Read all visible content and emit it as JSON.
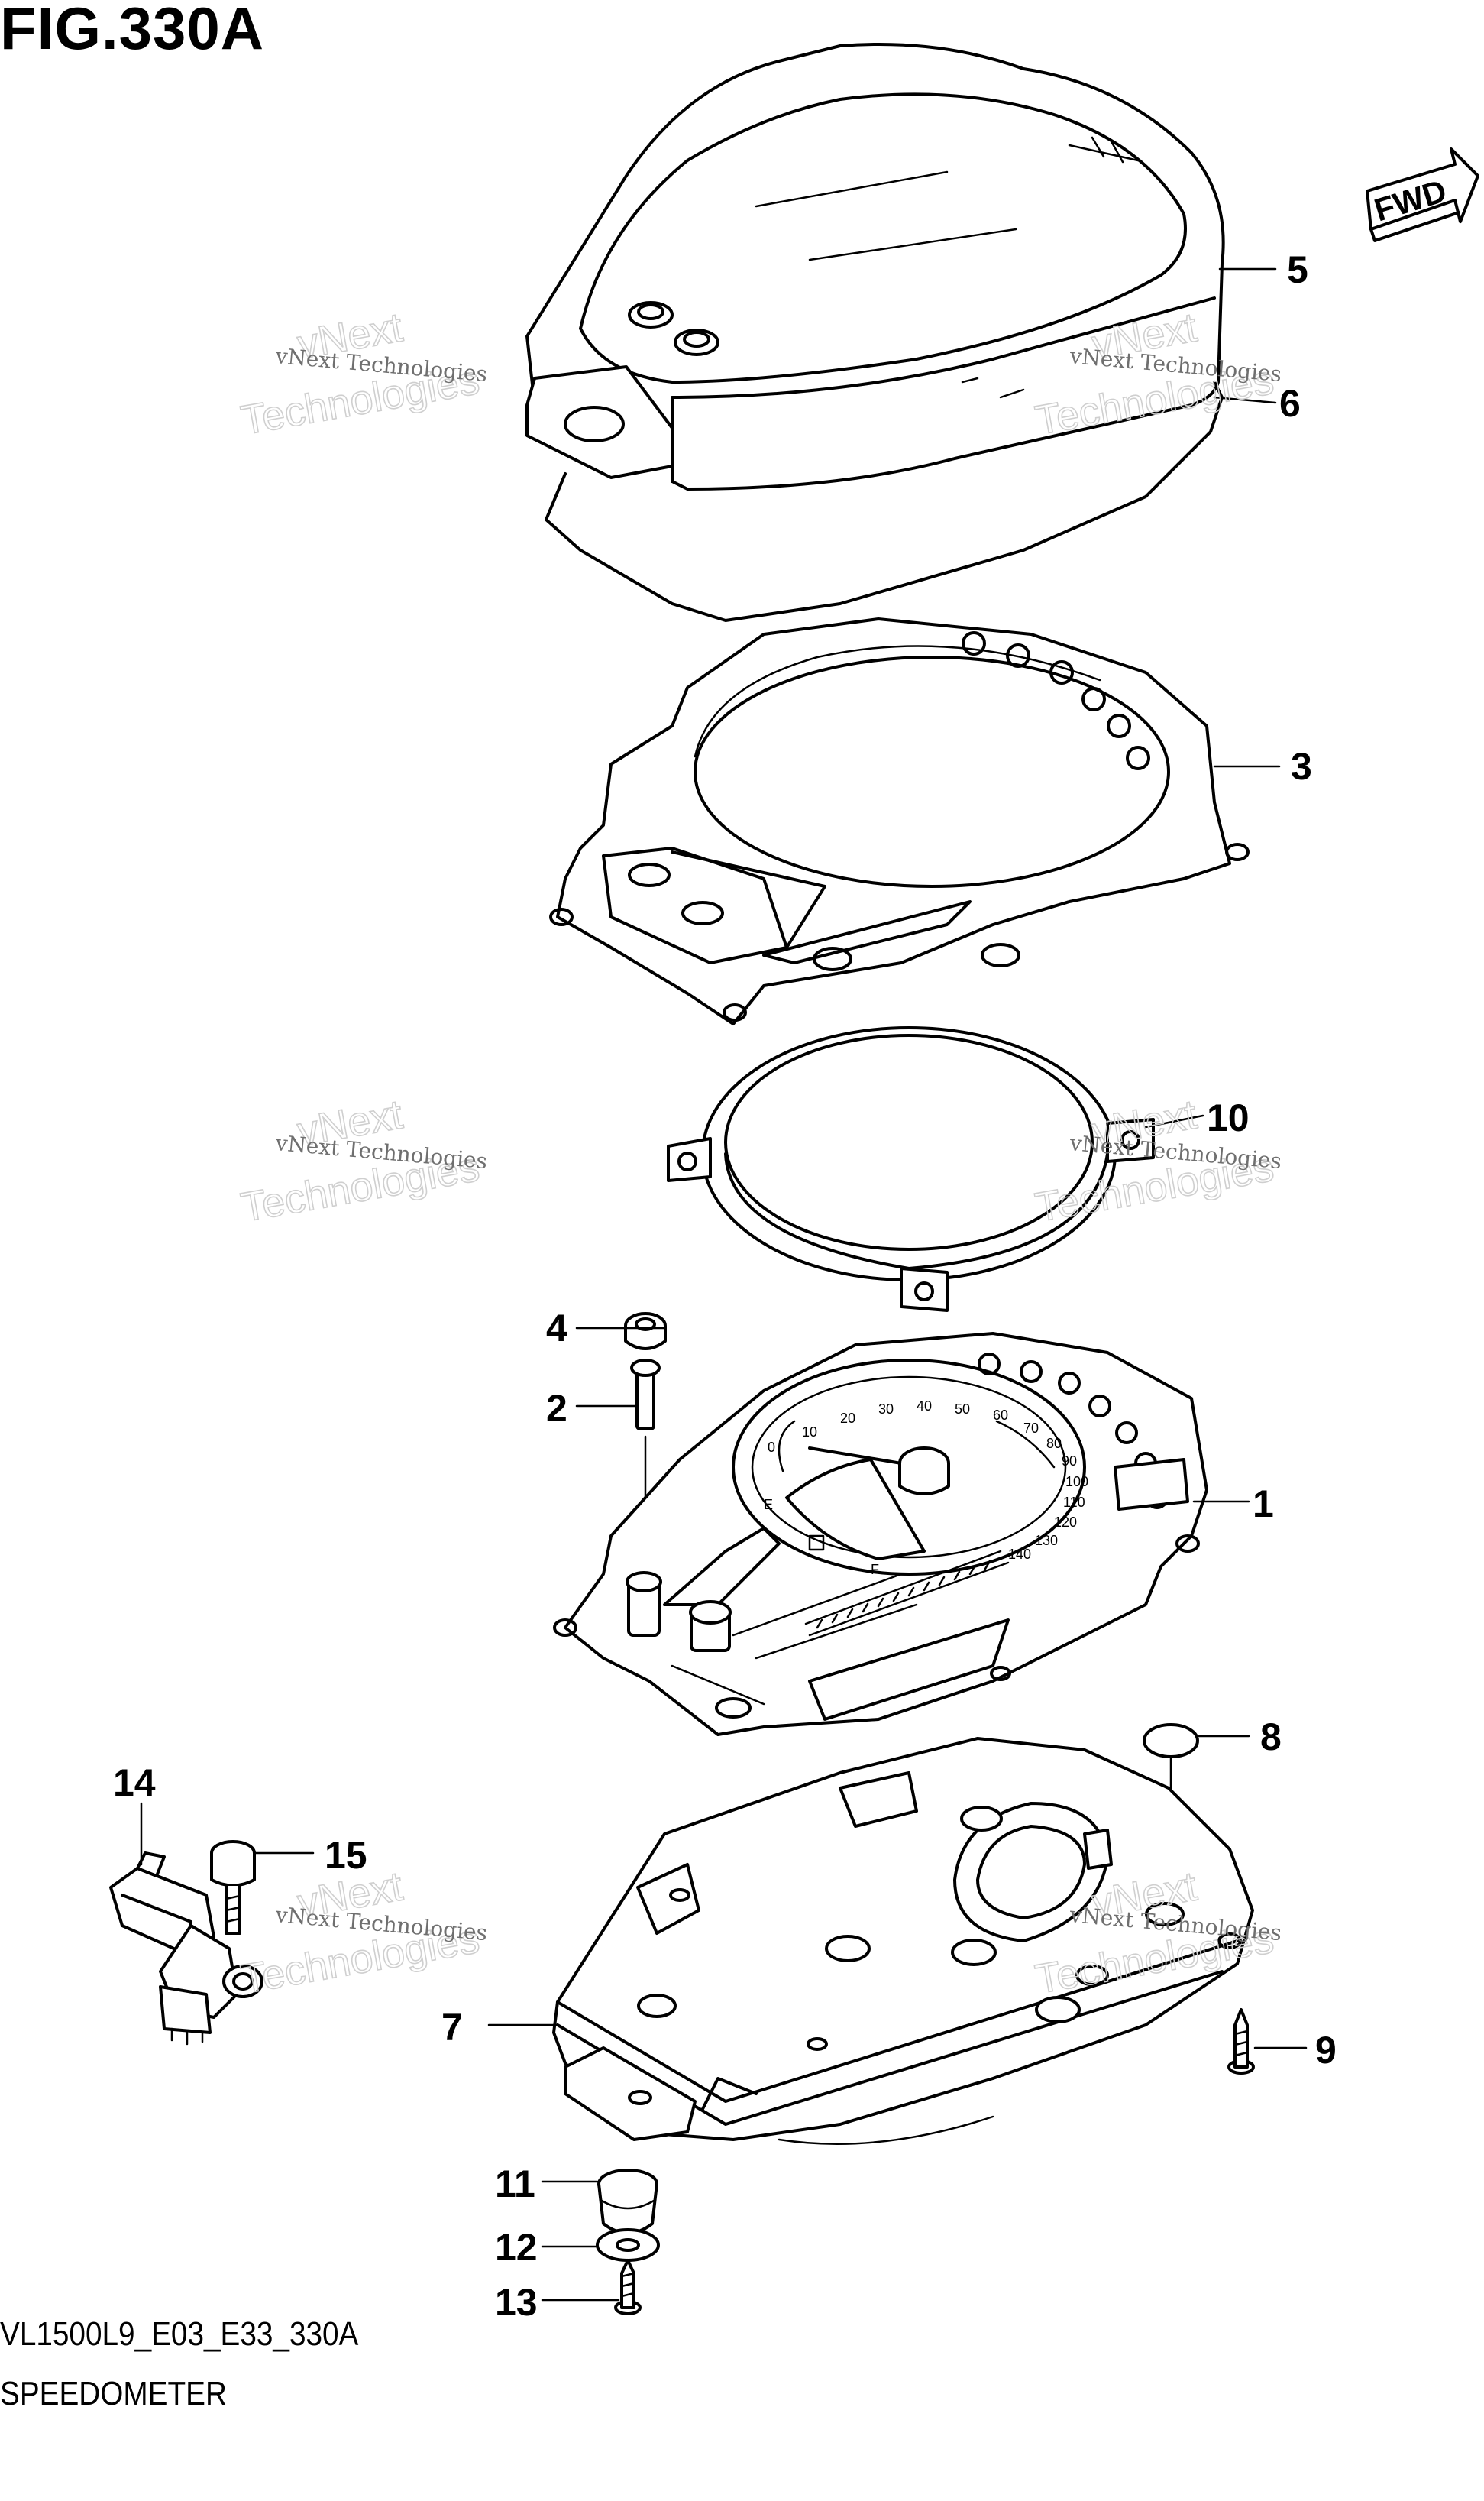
{
  "figure_title": "FIG.330A",
  "drawing_code": "VL1500L9_E03_E33_330A",
  "drawing_name": "SPEEDOMETER",
  "direction_label": "FWD",
  "watermark": {
    "line1": "vNext Technologies",
    "line2": "vNext",
    "line3": "Technologies"
  },
  "callouts": [
    "1",
    "2",
    "3",
    "4",
    "5",
    "6",
    "7",
    "8",
    "9",
    "10",
    "11",
    "12",
    "13",
    "14",
    "15"
  ],
  "dial_numbers": [
    "0",
    "10",
    "20",
    "30",
    "40",
    "50",
    "60",
    "70",
    "80",
    "90",
    "100",
    "110",
    "120",
    "130",
    "140"
  ],
  "fuel_marks": [
    "E",
    "F"
  ],
  "icons": [
    "fwd-arrow-icon",
    "fuel-pump-icon"
  ]
}
